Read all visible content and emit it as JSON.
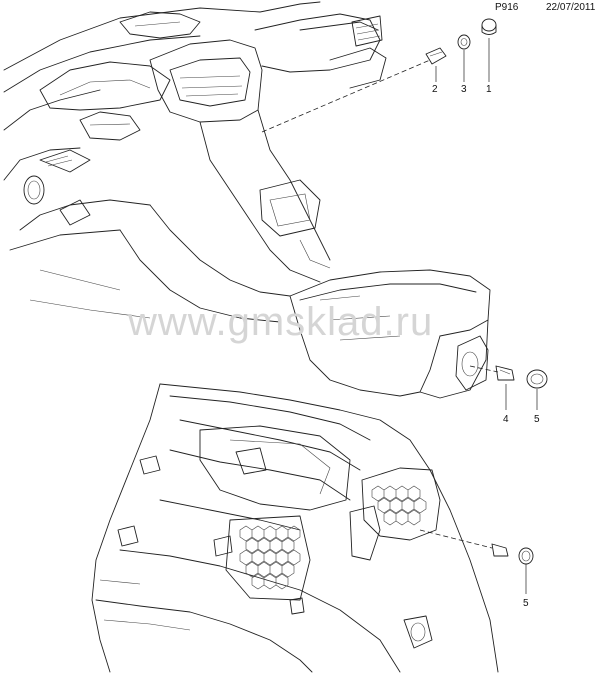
{
  "header": {
    "code": "P916",
    "date": "22/07/2011"
  },
  "watermark": "www.gmsklad.ru",
  "callouts": {
    "c1": "1",
    "c2": "2",
    "c3": "3",
    "c4": "4",
    "c5a": "5",
    "c5b": "5"
  }
}
